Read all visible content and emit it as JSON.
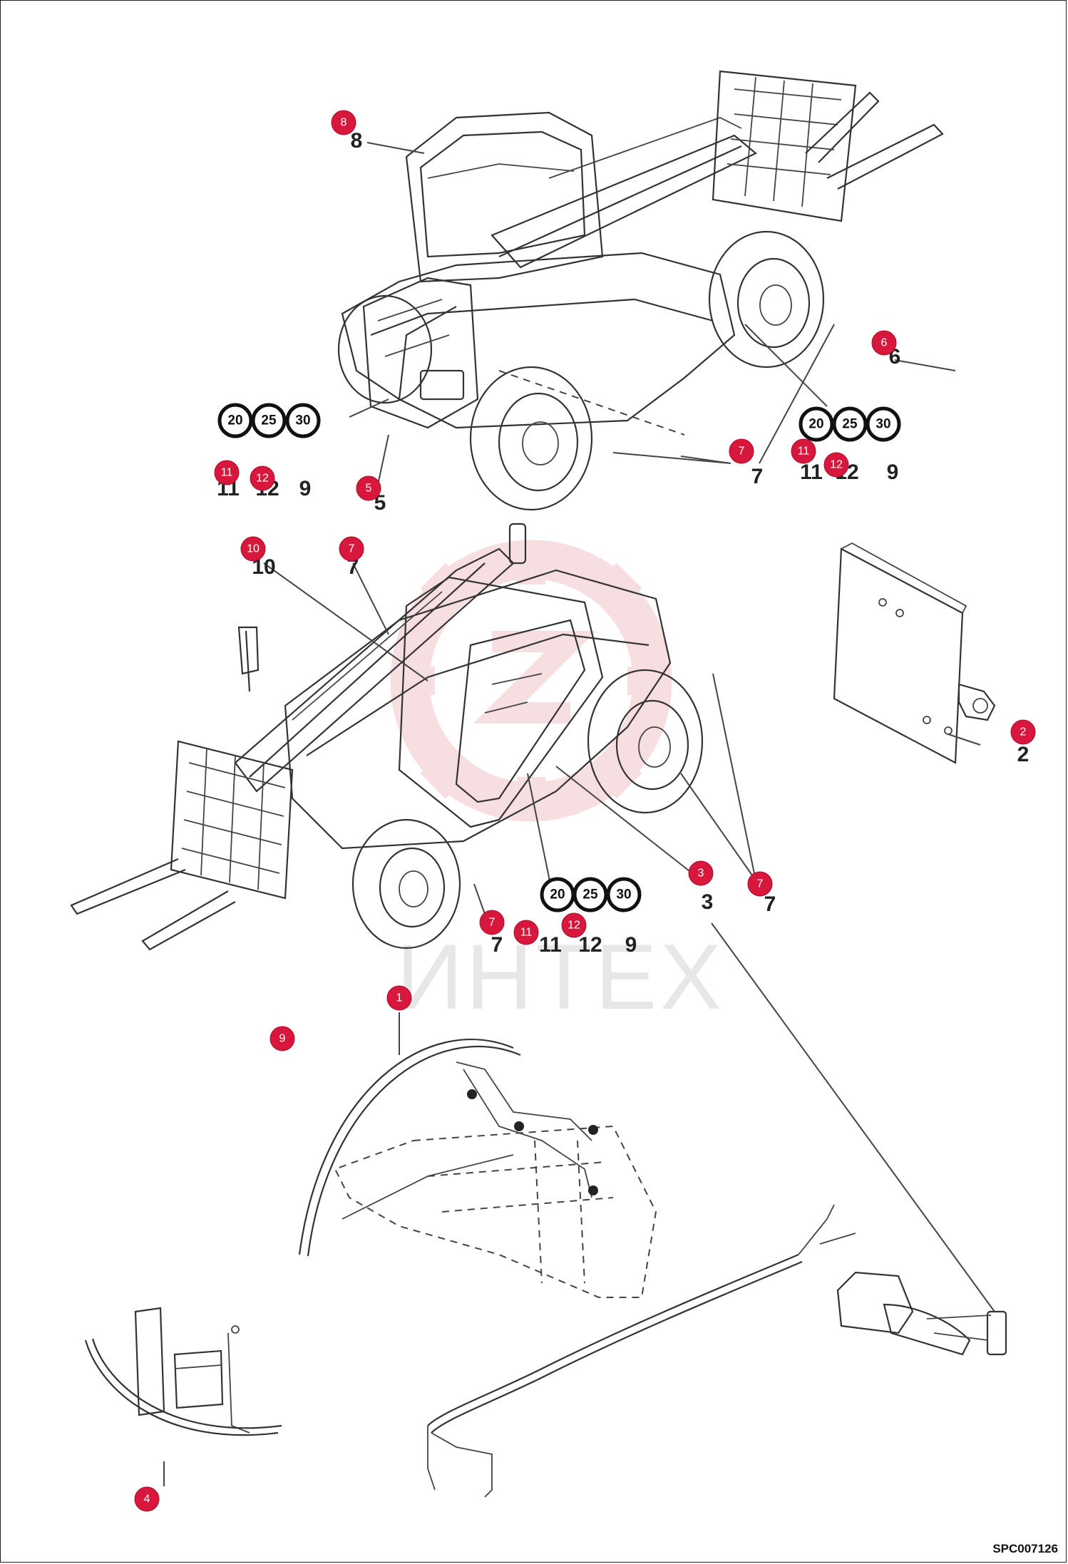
{
  "drawing_code": "SPC007126",
  "watermark_text": "ИНТЕХ",
  "watermark_color": "#f2c4c8",
  "marker_color": "#d8173c",
  "callouts": {
    "c1": "1",
    "c2": "2",
    "c3": "3",
    "c4": "4",
    "c5": "5",
    "c6": "6",
    "c7a": "7",
    "c7b": "7",
    "c7c": "7",
    "c7d": "7",
    "c8": "8",
    "c9": "9",
    "c10": "10",
    "c11a": "11",
    "c11b": "11",
    "c11c": "11",
    "c12a": "12",
    "c12b": "12"
  },
  "part_numbers": {
    "n8": "8",
    "n6": "6",
    "n5": "5",
    "n7a": "7",
    "n7b": "7",
    "n7c": "7",
    "n7d": "7",
    "n2": "2",
    "n3": "3",
    "n10": "10",
    "n11a": "11",
    "n11b": "11",
    "n11c": "11",
    "n12a": "12",
    "n12b": "12",
    "n12c": "12",
    "n9a": "9",
    "n9b": "9",
    "n9c": "9"
  },
  "option_badges": {
    "a20": "20",
    "a25": "25",
    "a30": "30",
    "b20": "20",
    "b25": "25",
    "b30": "30",
    "c20": "20",
    "c25": "25",
    "c30": "30"
  }
}
